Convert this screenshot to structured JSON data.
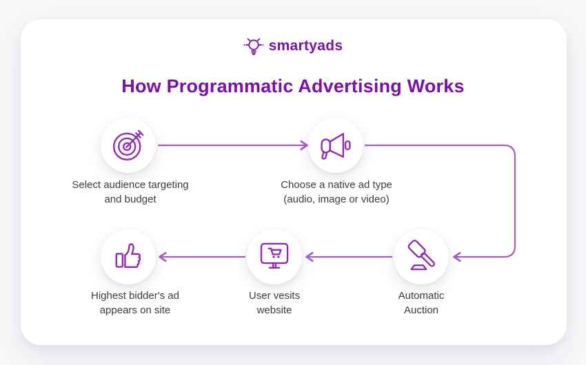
{
  "logo": {
    "text": "smartyads",
    "icon": "lightbulb-icon",
    "color": "#7B12A6"
  },
  "title": {
    "text": "How Programmatic Advertising Works",
    "color": "#7A10A6"
  },
  "colors": {
    "card_background": "#ffffff",
    "page_background": "#f7f7f9",
    "icon_stroke": "#9228B4",
    "arrow": "#A55EC9",
    "label_text": "#3C3C3C"
  },
  "steps": [
    {
      "id": 1,
      "icon": "target-icon",
      "label": "Select audience targeting\nand budget"
    },
    {
      "id": 2,
      "icon": "megaphone-icon",
      "label": "Choose a native ad type\n(audio, image or video)"
    },
    {
      "id": 3,
      "icon": "gavel-icon",
      "label": "Automatic\nAuction"
    },
    {
      "id": 4,
      "icon": "monitor-cart-icon",
      "label": "User vesits\nwebsite"
    },
    {
      "id": 5,
      "icon": "thumbs-up-icon",
      "label": "Highest bidder's ad\nappears on site"
    }
  ],
  "flow": {
    "description": "step1 -> step2 -> (right and down) -> step3 -> step4 -> step5",
    "arrow_direction_top_row": "right",
    "arrow_direction_bottom_row": "left"
  }
}
